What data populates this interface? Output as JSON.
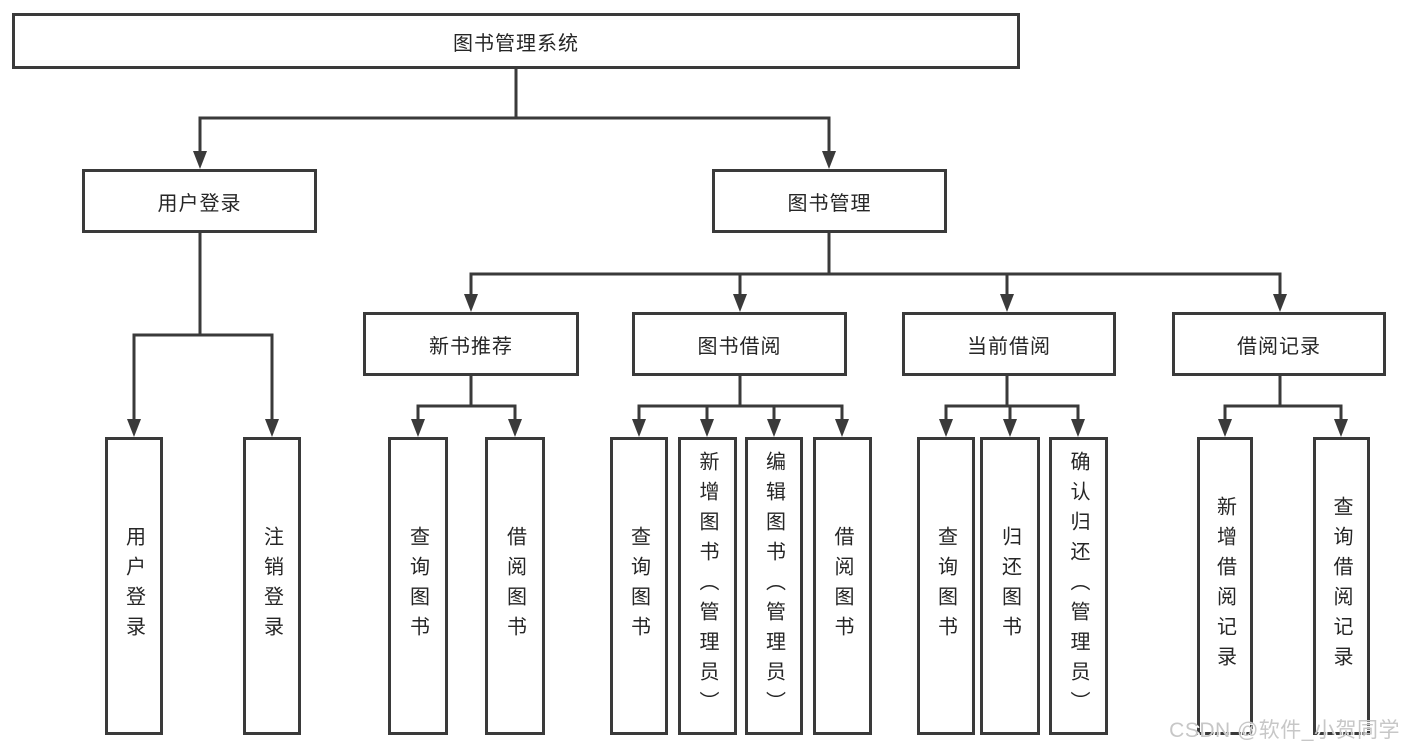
{
  "diagram_type": "hierarchy-tree",
  "tree": {
    "root": {
      "label": "图书管理系统"
    },
    "branches": [
      {
        "label": "用户登录",
        "children": [
          {
            "label": "用户登录"
          },
          {
            "label": "注销登录"
          }
        ]
      },
      {
        "label": "图书管理",
        "children": [
          {
            "label": "新书推荐",
            "children": [
              {
                "label": "查询图书"
              },
              {
                "label": "借阅图书"
              }
            ]
          },
          {
            "label": "图书借阅",
            "children": [
              {
                "label": "查询图书"
              },
              {
                "label": "新增图书（管理员）"
              },
              {
                "label": "编辑图书（管理员）"
              },
              {
                "label": "借阅图书"
              }
            ]
          },
          {
            "label": "当前借阅",
            "children": [
              {
                "label": "查询图书"
              },
              {
                "label": "归还图书"
              },
              {
                "label": "确认归还（管理员）"
              }
            ]
          },
          {
            "label": "借阅记录",
            "children": [
              {
                "label": "新增借阅记录"
              },
              {
                "label": "查询借阅记录"
              }
            ]
          }
        ]
      }
    ]
  },
  "watermark": {
    "text": "CSDN @软件_小贺同学"
  },
  "colors": {
    "line": "#3a3a3a",
    "box_border": "#3a3a3a",
    "text": "#262626",
    "watermark": "#c7c7c7",
    "background": "#ffffff"
  }
}
